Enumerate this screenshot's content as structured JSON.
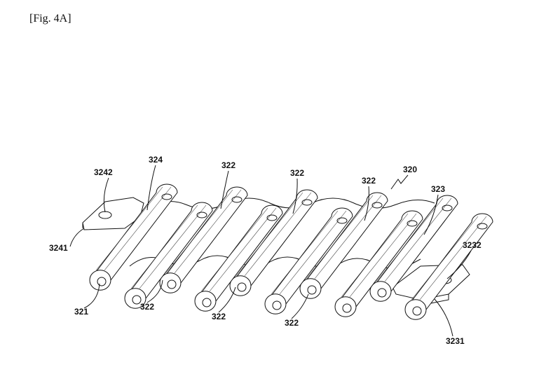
{
  "figure": {
    "title": "[Fig. 4A]",
    "labels": {
      "l324": "324",
      "l3242": "3242",
      "l322a": "322",
      "l322b": "322",
      "l322c": "322",
      "l320": "320",
      "l323": "323",
      "l3232": "3232",
      "l3241": "3241",
      "l321": "321",
      "l322d": "322",
      "l322e": "322",
      "l322f": "322",
      "l3231": "3231"
    }
  }
}
